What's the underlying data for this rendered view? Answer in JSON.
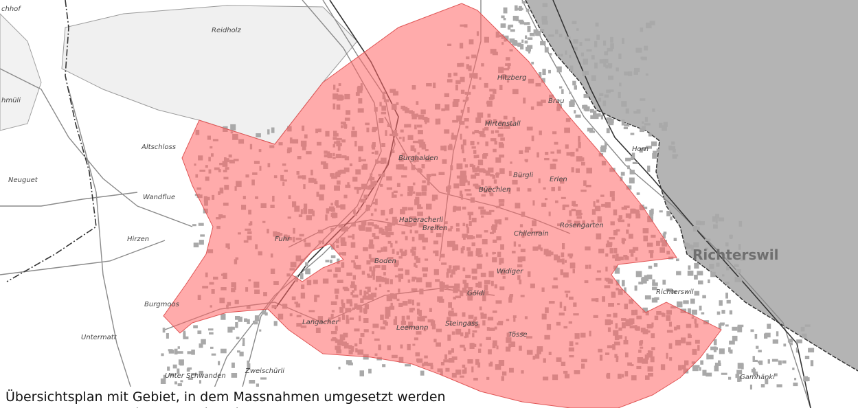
{
  "caption": "Übersichtsplan mit Gebiet, in dem Massnahmen umgesetzt werden",
  "colors": {
    "lake": "#b4b4b4",
    "area_fill": "#ff6666",
    "area_stroke": "#e05555",
    "buildings": "#a9a9a9",
    "roads": "#8a8a8a",
    "forest": "#f0f0f0"
  },
  "town_label": "Richterswil",
  "place_labels": [
    "chhof",
    "Reidholz",
    "hmüli",
    "Altschloss",
    "Neuguet",
    "Wandflue",
    "Hirzen",
    "Burgmoos",
    "Untermatt",
    "Unter Schwanden",
    "Zweischürli",
    "Hitzberg",
    "Brau",
    "Hirtenstall",
    "Horn",
    "Burghalden",
    "Bürgli",
    "Erlen",
    "Büechlen",
    "Haberacherli",
    "Breiten",
    "Rosengarten",
    "Chilenrain",
    "Fuhr",
    "Boden",
    "Widiger",
    "Richterswil",
    "Göldi",
    "Langacher",
    "Leemann",
    "Steingass",
    "Tösse",
    "Gamhänki"
  ]
}
